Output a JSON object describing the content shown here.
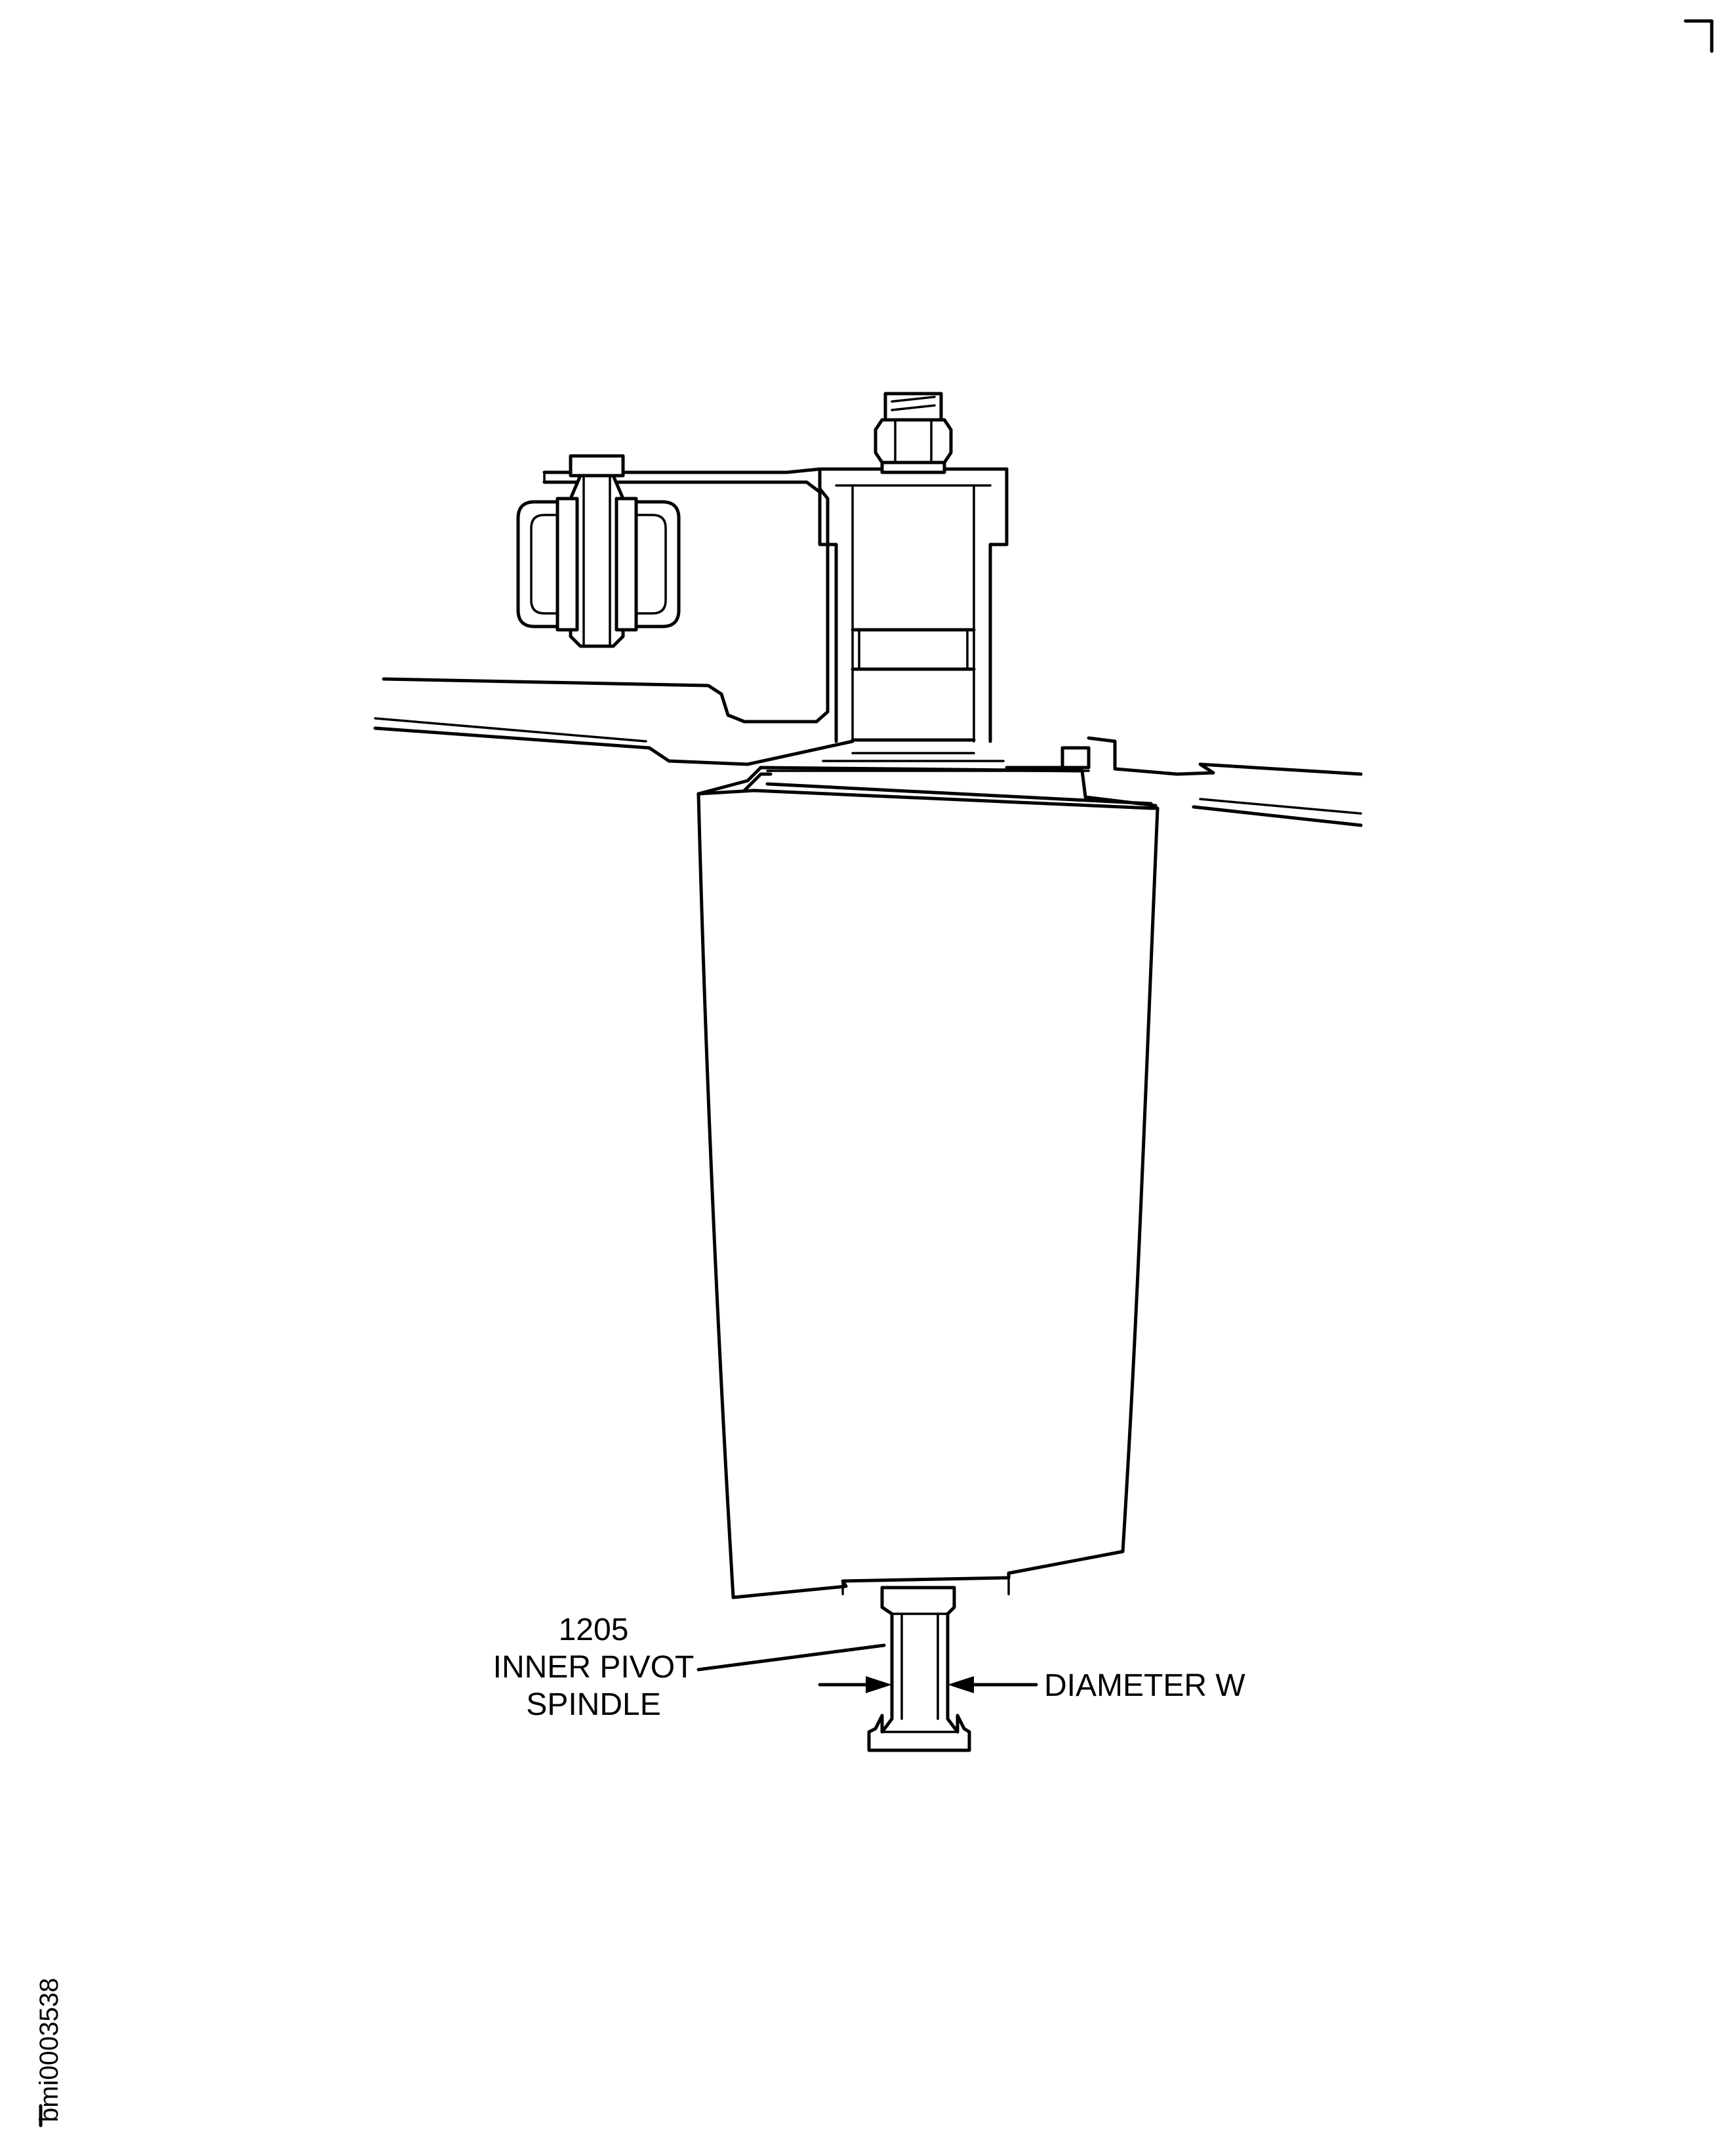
{
  "callouts": {
    "part_number": "1205",
    "part_name_line1": "INNER PIVOT",
    "part_name_line2": "SPINDLE",
    "dimension_label": "DIAMETER W"
  },
  "figure_id": "bmi0003538"
}
